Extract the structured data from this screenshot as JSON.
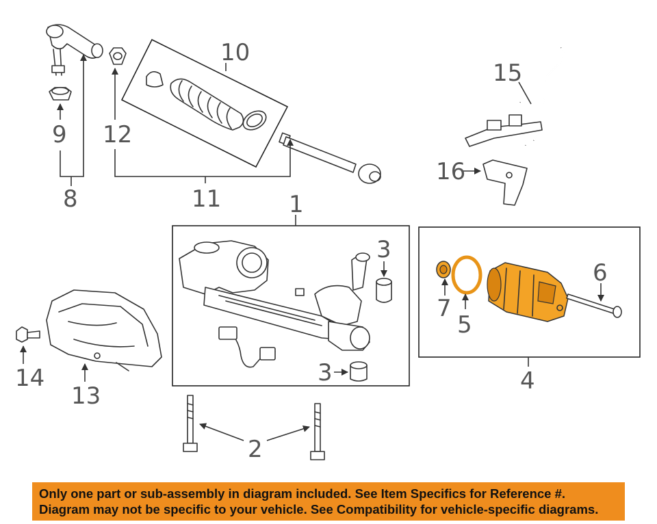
{
  "callouts": {
    "c1": "1",
    "c2": "2",
    "c3a": "3",
    "c3b": "3",
    "c4": "4",
    "c5": "5",
    "c6": "6",
    "c7": "7",
    "c8": "8",
    "c9": "9",
    "c10": "10",
    "c11": "11",
    "c12": "12",
    "c13": "13",
    "c14": "14",
    "c15": "15",
    "c16": "16"
  },
  "colors": {
    "highlight": "#f3a326",
    "banner": "#ef8d1e"
  },
  "disclaimer": {
    "line1": "Only one part or sub-assembly in diagram included. See Item Specifics for Reference #.",
    "line2": "Diagram may not be specific to your vehicle. See Compatibility for vehicle-specific diagrams."
  }
}
